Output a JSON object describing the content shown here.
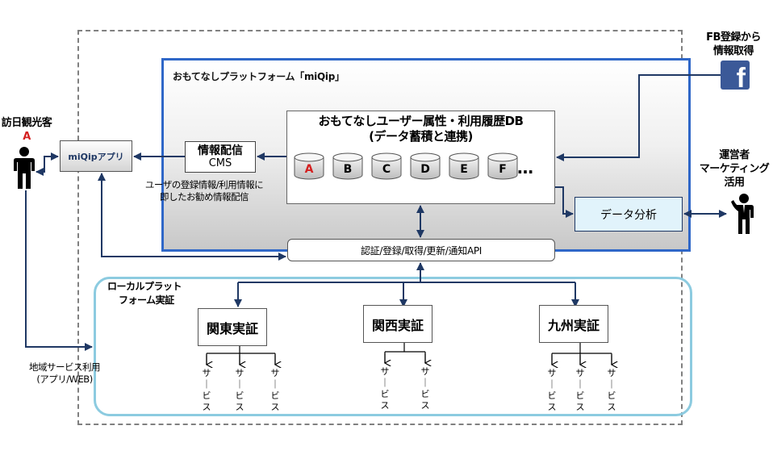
{
  "diagram": {
    "outer_boundary": "system-boundary",
    "platform": {
      "title": "おもてなしプラットフォーム「miQip」",
      "database": {
        "title_line1": "おもてなしユーザー属性・利用履歴DB",
        "title_line2": "(データ蓄積と連携)",
        "stores": [
          "A",
          "B",
          "C",
          "D",
          "E",
          "F"
        ],
        "highlighted_store": "A",
        "ellipsis": "…"
      },
      "cms": {
        "title": "情報配信",
        "subtitle": "CMS",
        "caption_line1": "ユーザの登録情報/利用情報に",
        "caption_line2": "即したお勧め情報配信"
      },
      "analysis": {
        "label": "データ分析"
      },
      "api": {
        "label": "認証/登録/取得/更新/通知API"
      }
    },
    "app": {
      "label": "miQipアプリ"
    },
    "tourist": {
      "title": "訪日観光客",
      "id": "A"
    },
    "facebook": {
      "label_line1": "FB登録から",
      "label_line2": "情報取得",
      "icon": "f"
    },
    "operator": {
      "line1": "運営者",
      "line2": "マーケティング",
      "line3": "活用"
    },
    "local_platform": {
      "title_line1": "ローカルプラット",
      "title_line2": "フォーム実証",
      "regions": [
        {
          "name": "関東実証",
          "services": [
            "サービス",
            "サービス",
            "サービス"
          ]
        },
        {
          "name": "関西実証",
          "services": [
            "サービス",
            "サービス"
          ]
        },
        {
          "name": "九州実証",
          "services": [
            "サービス",
            "サービス",
            "サービス"
          ]
        }
      ]
    },
    "regional_service": {
      "line1": "地域サービス利用",
      "line2": "(アプリ/WEB)"
    },
    "colors": {
      "platform_border": "#2f67c8",
      "local_border": "#8ccbe0",
      "arrow": "#1f3864",
      "highlight": "#d42020",
      "facebook": "#3b5998",
      "analysis_fill": "#e1f3fb"
    }
  }
}
